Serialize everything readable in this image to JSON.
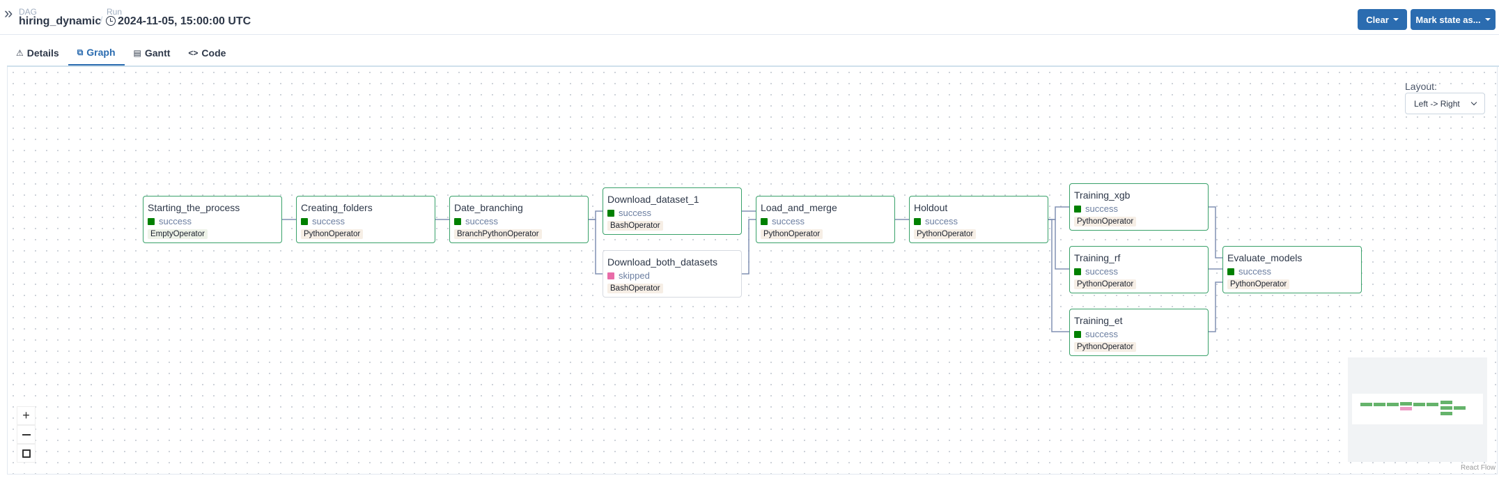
{
  "header": {
    "dag_label": "DAG",
    "dag_name": "hiring_dynamic",
    "run_label": "Run",
    "run_value": "2024-11-05, 15:00:00 UTC",
    "clear_label": "Clear",
    "mark_state_label": "Mark state as..."
  },
  "tabs": [
    {
      "label": "Details",
      "icon": "warning-icon"
    },
    {
      "label": "Graph",
      "icon": "graph-icon",
      "active": true
    },
    {
      "label": "Gantt",
      "icon": "gantt-icon"
    },
    {
      "label": "Code",
      "icon": "code-icon"
    }
  ],
  "layout": {
    "label": "Layout:",
    "selected": "Left -> Right"
  },
  "nodes": [
    {
      "id": "Starting_the_process",
      "state": "success",
      "operator": "EmptyOperator"
    },
    {
      "id": "Creating_folders",
      "state": "success",
      "operator": "PythonOperator"
    },
    {
      "id": "Date_branching",
      "state": "success",
      "operator": "BranchPythonOperator"
    },
    {
      "id": "Download_dataset_1",
      "state": "success",
      "operator": "BashOperator"
    },
    {
      "id": "Download_both_datasets",
      "state": "skipped",
      "operator": "BashOperator"
    },
    {
      "id": "Load_and_merge",
      "state": "success",
      "operator": "PythonOperator"
    },
    {
      "id": "Holdout",
      "state": "success",
      "operator": "PythonOperator"
    },
    {
      "id": "Training_xgb",
      "state": "success",
      "operator": "PythonOperator"
    },
    {
      "id": "Training_rf",
      "state": "success",
      "operator": "PythonOperator"
    },
    {
      "id": "Training_et",
      "state": "success",
      "operator": "PythonOperator"
    },
    {
      "id": "Evaluate_models",
      "state": "success",
      "operator": "PythonOperator"
    }
  ],
  "colors": {
    "success": "#008000",
    "skipped": "#e86ca8",
    "accent": "#2b6cb0"
  },
  "attribution": "React Flow"
}
